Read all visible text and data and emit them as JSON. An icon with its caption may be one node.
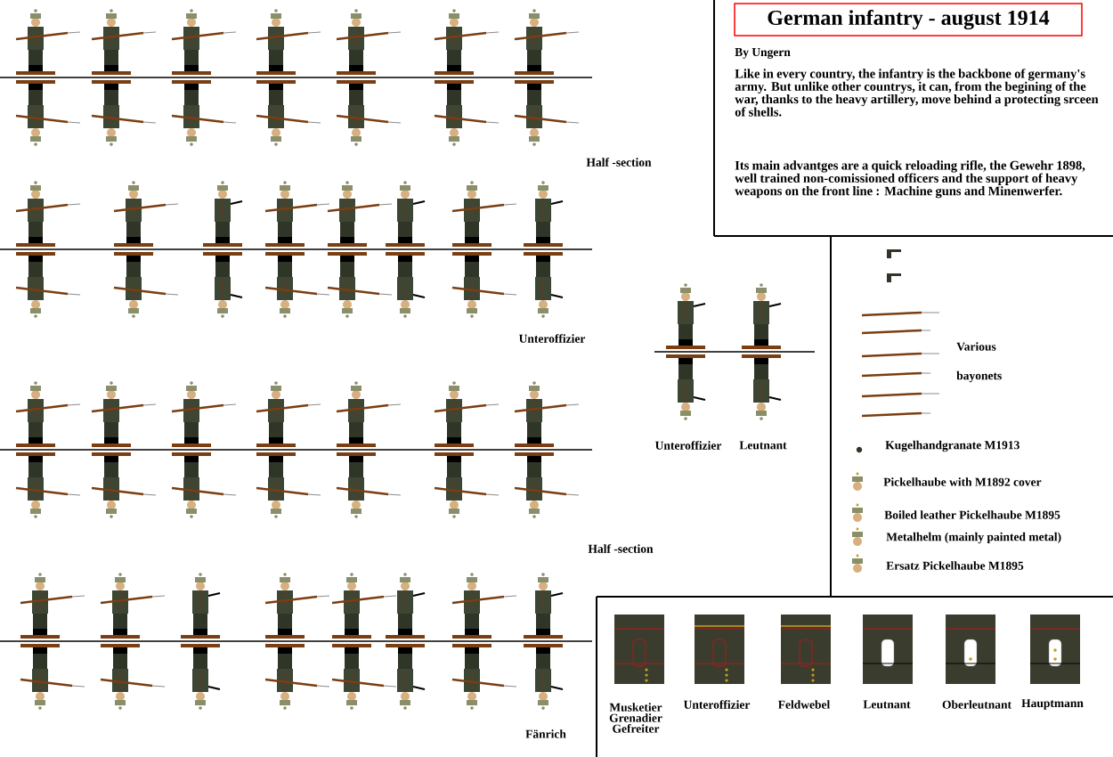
{
  "diagram": {
    "title": "German infantry - august 1914",
    "labels": [
      "By Ungern",
      "Like in every country, the infantry is the backbone of germany's army. But unlike other countrys, it can, from the begining of the war, thanks to the heavy artillery, move behind a protecting srceen of shells.",
      "Its main advantges are a quick reloading rifle, the Gewehr 1898, well trained non-comissioned officers and the support of heavy weapons on the front line : Machine guns and Minenwerfer.",
      "Half -section",
      "Unteroffizier",
      "Unteroffizier",
      "Leutnant",
      "Various",
      "bayonets",
      "Kugelhandgranate M1913",
      "Pickelhaube with M1892 cover",
      "Boiled leather Pickelhaube M1895",
      "Metalhelm (mainly painted metal)",
      "Ersatz Pickelhaube M1895",
      "Half -section",
      "Musketier Grenadier Gefreiter",
      "Unteroffizier",
      "Feldwebel",
      "Leutnant",
      "Oberleutnant",
      "Hauptmann",
      "Fänrich"
    ]
  }
}
